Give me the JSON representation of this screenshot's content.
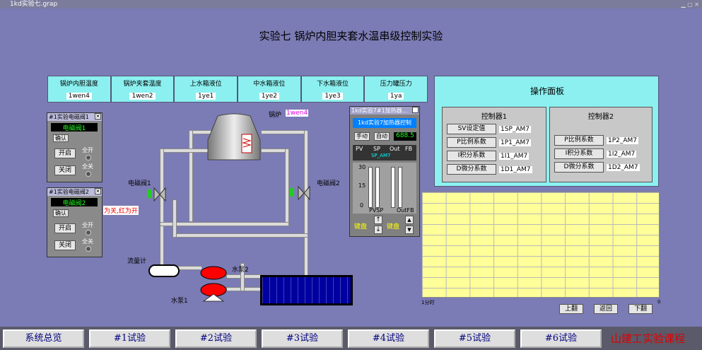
{
  "window": {
    "title": "1kd实验七.grap"
  },
  "page_title": "实验七   锅炉内胆夹套水温串级控制实验",
  "sensors": [
    {
      "label": "锅炉内胆温度",
      "tag": "1wen4"
    },
    {
      "label": "锅炉夹套温度",
      "tag": "1wen2"
    },
    {
      "label": "上水箱液位",
      "tag": "1ye1"
    },
    {
      "label": "中水箱液位",
      "tag": "1ye2"
    },
    {
      "label": "下水箱液位",
      "tag": "1ye3"
    },
    {
      "label": "压力罐压力",
      "tag": "1ya"
    }
  ],
  "boiler": {
    "label": "锅炉",
    "tag": "1wen4"
  },
  "valve_panel_1": {
    "title": "#1实验电磁阀1",
    "name": "电磁阀1",
    "confirm": "确认",
    "open": "开启",
    "close": "关闭",
    "all_open": "全开",
    "all_close": "全关"
  },
  "valve_panel_2": {
    "title": "#1实验电磁阀2",
    "name": "电磁阀2",
    "confirm": "确认",
    "open": "开启",
    "close": "关闭",
    "all_open": "全开",
    "all_close": "全关",
    "note": "为关,红为开"
  },
  "diagram": {
    "valve1": "电磁阀1",
    "valve2": "电磁阀2",
    "flowmeter": "流量计",
    "pump1": "水泵1",
    "pump2": "水泵2"
  },
  "controller_faceplate": {
    "title": "1kd实验7#1加热器...",
    "name": "1kd实验7加热器控制",
    "manual": "手动",
    "auto": "自动",
    "value": "688.5",
    "col_pv": "PV",
    "col_sp": "SP",
    "col_out": "Out",
    "col_fb": "FB",
    "sp_val": "SP_AM7",
    "scale": [
      "30",
      "15",
      "0"
    ],
    "foot1": "PVSP",
    "foot2": "OutFB",
    "keypad1": "键盘",
    "keypad2": "键盘"
  },
  "ops_panel": {
    "title": "操作面板",
    "controllers": [
      {
        "name": "控制器1",
        "rows": [
          {
            "label": "SV设定值",
            "tag": "1SP_AM7"
          },
          {
            "label": "P比例系数",
            "tag": "1P1_AM7"
          },
          {
            "label": "I积分系数",
            "tag": "1I1_AM7"
          },
          {
            "label": "D微分系数",
            "tag": "1D1_AM7"
          }
        ]
      },
      {
        "name": "控制器2",
        "rows": [
          {
            "label": "P比例系数",
            "tag": "1P2_AM7"
          },
          {
            "label": "I积分系数",
            "tag": "1I2_AM7"
          },
          {
            "label": "D微分系数",
            "tag": "1D2_AM7"
          }
        ]
      }
    ]
  },
  "trend": {
    "x_start": "1分时",
    "x_end": "0",
    "up": "上翻",
    "back": "返回",
    "down": "下翻"
  },
  "nav": {
    "items": [
      "系统总览",
      "#1试验",
      "#2试验",
      "#3试验",
      "#4试验",
      "#5试验",
      "#6试验"
    ],
    "brand": "山建工实验课程"
  },
  "colors": {
    "background": "#7b7bb5",
    "cyan_panel": "#8cf0f0",
    "trend_bg": "#ffff99",
    "pump_red": "#ff0000"
  }
}
